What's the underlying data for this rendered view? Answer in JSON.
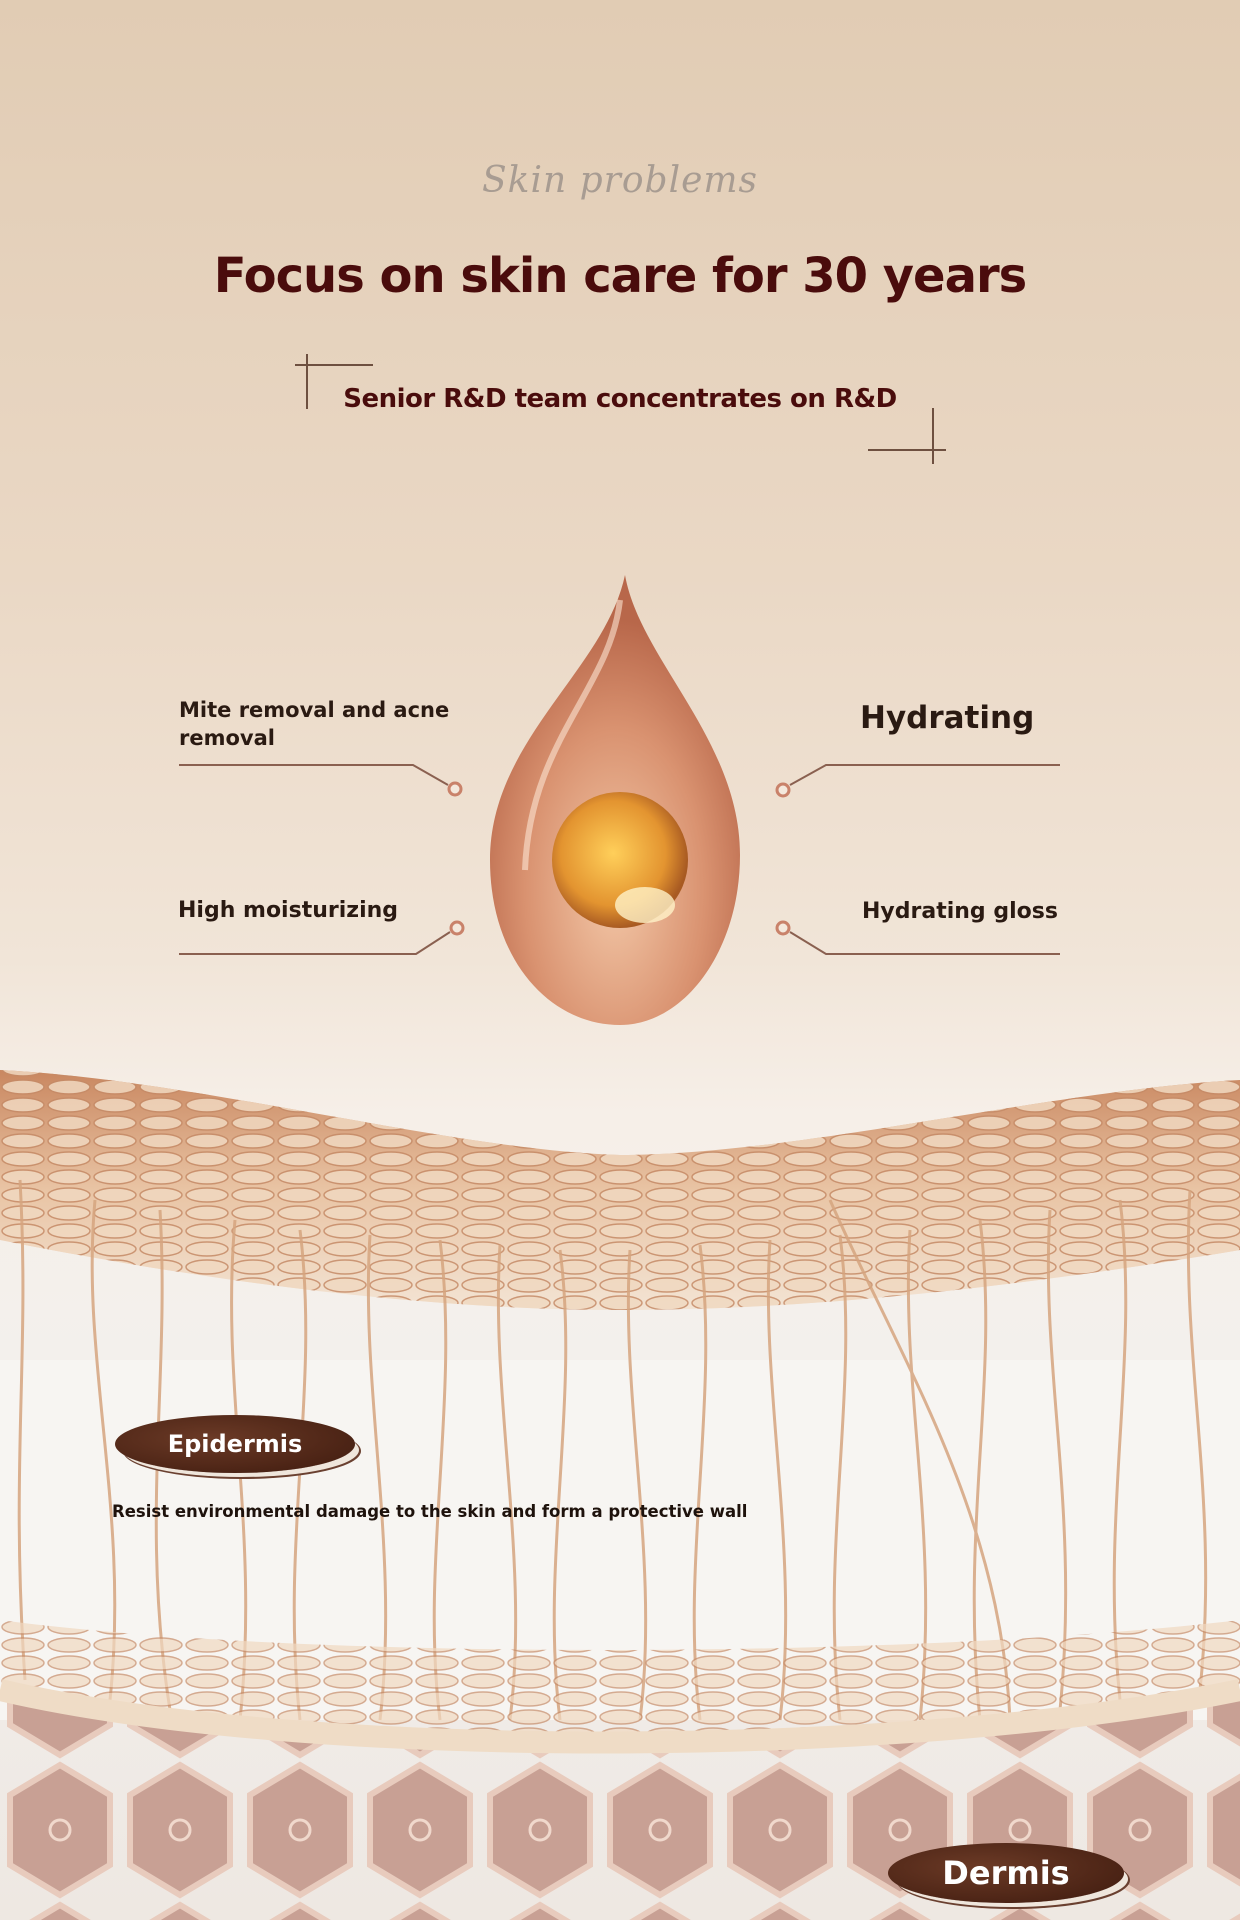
{
  "header": {
    "script_title": "Skin problems",
    "title": "Focus on skin care for 30 years",
    "subtitle": "Senior R&D team concentrates on R&D"
  },
  "benefits": [
    {
      "label": "Mite removal and acne removal"
    },
    {
      "label": "Hydrating"
    },
    {
      "label": "High moisturizing"
    },
    {
      "label": "Hydrating gloss"
    }
  ],
  "layers": {
    "epidermis": "Epidermis",
    "epidermis_desc": "Resist environmental damage to the skin and form a protective wall",
    "dermis": "Dermis"
  },
  "colors": {
    "title": "#4a0c0c",
    "accent": "#c98a6a",
    "pill": "#4a2213"
  }
}
